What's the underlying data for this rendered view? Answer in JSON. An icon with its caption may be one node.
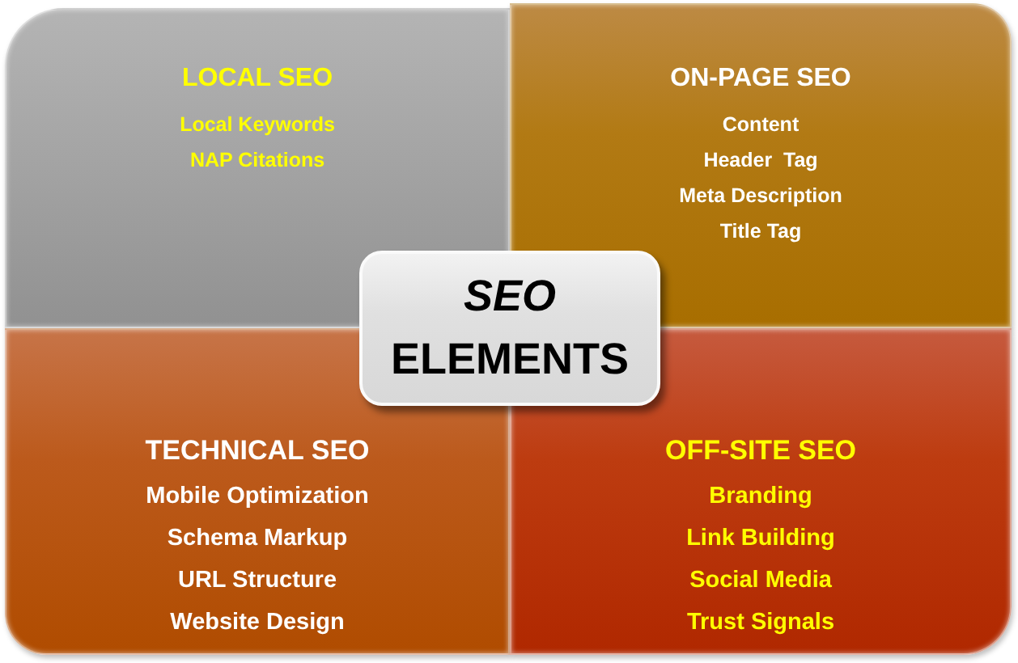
{
  "diagram": {
    "nodes": [
      {
        "text": [
          "LOCAL SEO",
          "Local Keywords",
          "NAP Citations"
        ]
      },
      {
        "text": [
          "ON-PAGE SEO",
          "Content",
          "Header  Tag",
          "Meta Description",
          "Title Tag"
        ]
      },
      {
        "text": [
          "*SEO* ELEMENTS"
        ]
      },
      {
        "text": [
          "TECHNICAL SEO",
          "Mobile Optimization",
          "Schema Markup",
          "URL Structure",
          "Website Design"
        ]
      },
      {
        "text": [
          "OFF-SITE SEO",
          "Branding",
          "Link Building",
          "Social Media",
          "Trust Signals"
        ]
      }
    ]
  }
}
